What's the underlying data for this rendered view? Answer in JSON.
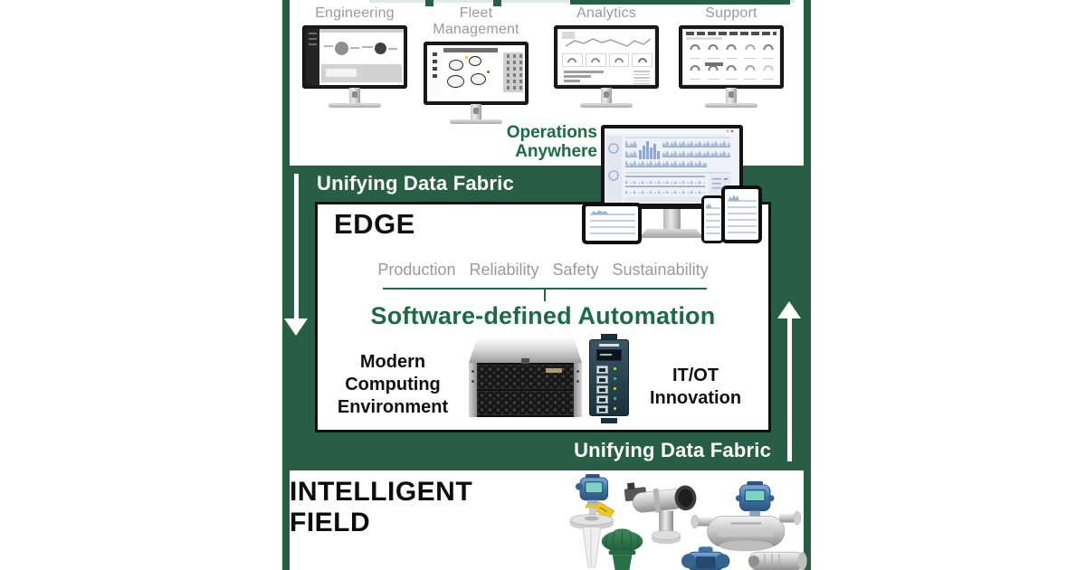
{
  "colors": {
    "brand_green": "#275E45",
    "text_green": "#1C6B47",
    "label_gray": "#9A9A9A",
    "arrow_white": "#FFFFFF"
  },
  "icons": {
    "down_arrow": "down-arrow (white, CSS triangle)",
    "up_arrow": "up-arrow (white, CSS triangle)"
  },
  "top": {
    "monitors": [
      {
        "label": "Engineering"
      },
      {
        "label": "Fleet Management"
      },
      {
        "label": "Analytics"
      },
      {
        "label": "Support"
      }
    ],
    "operations": {
      "line1": "Operations",
      "line2": "Anywhere"
    }
  },
  "middle": {
    "fabric_top": "Unifying Data Fabric",
    "fabric_bottom": "Unifying Data Fabric",
    "edge": {
      "title": "EDGE",
      "pillars": [
        "Production",
        "Reliability",
        "Safety",
        "Sustainability"
      ],
      "headline": "Software-defined Automation",
      "left_caption_lines": [
        "Modern",
        "Computing",
        "Environment"
      ],
      "right_caption_lines": [
        "IT/OT",
        "Innovation"
      ]
    }
  },
  "bottom": {
    "title_lines": [
      "INTELLIGENT",
      "FIELD"
    ]
  }
}
